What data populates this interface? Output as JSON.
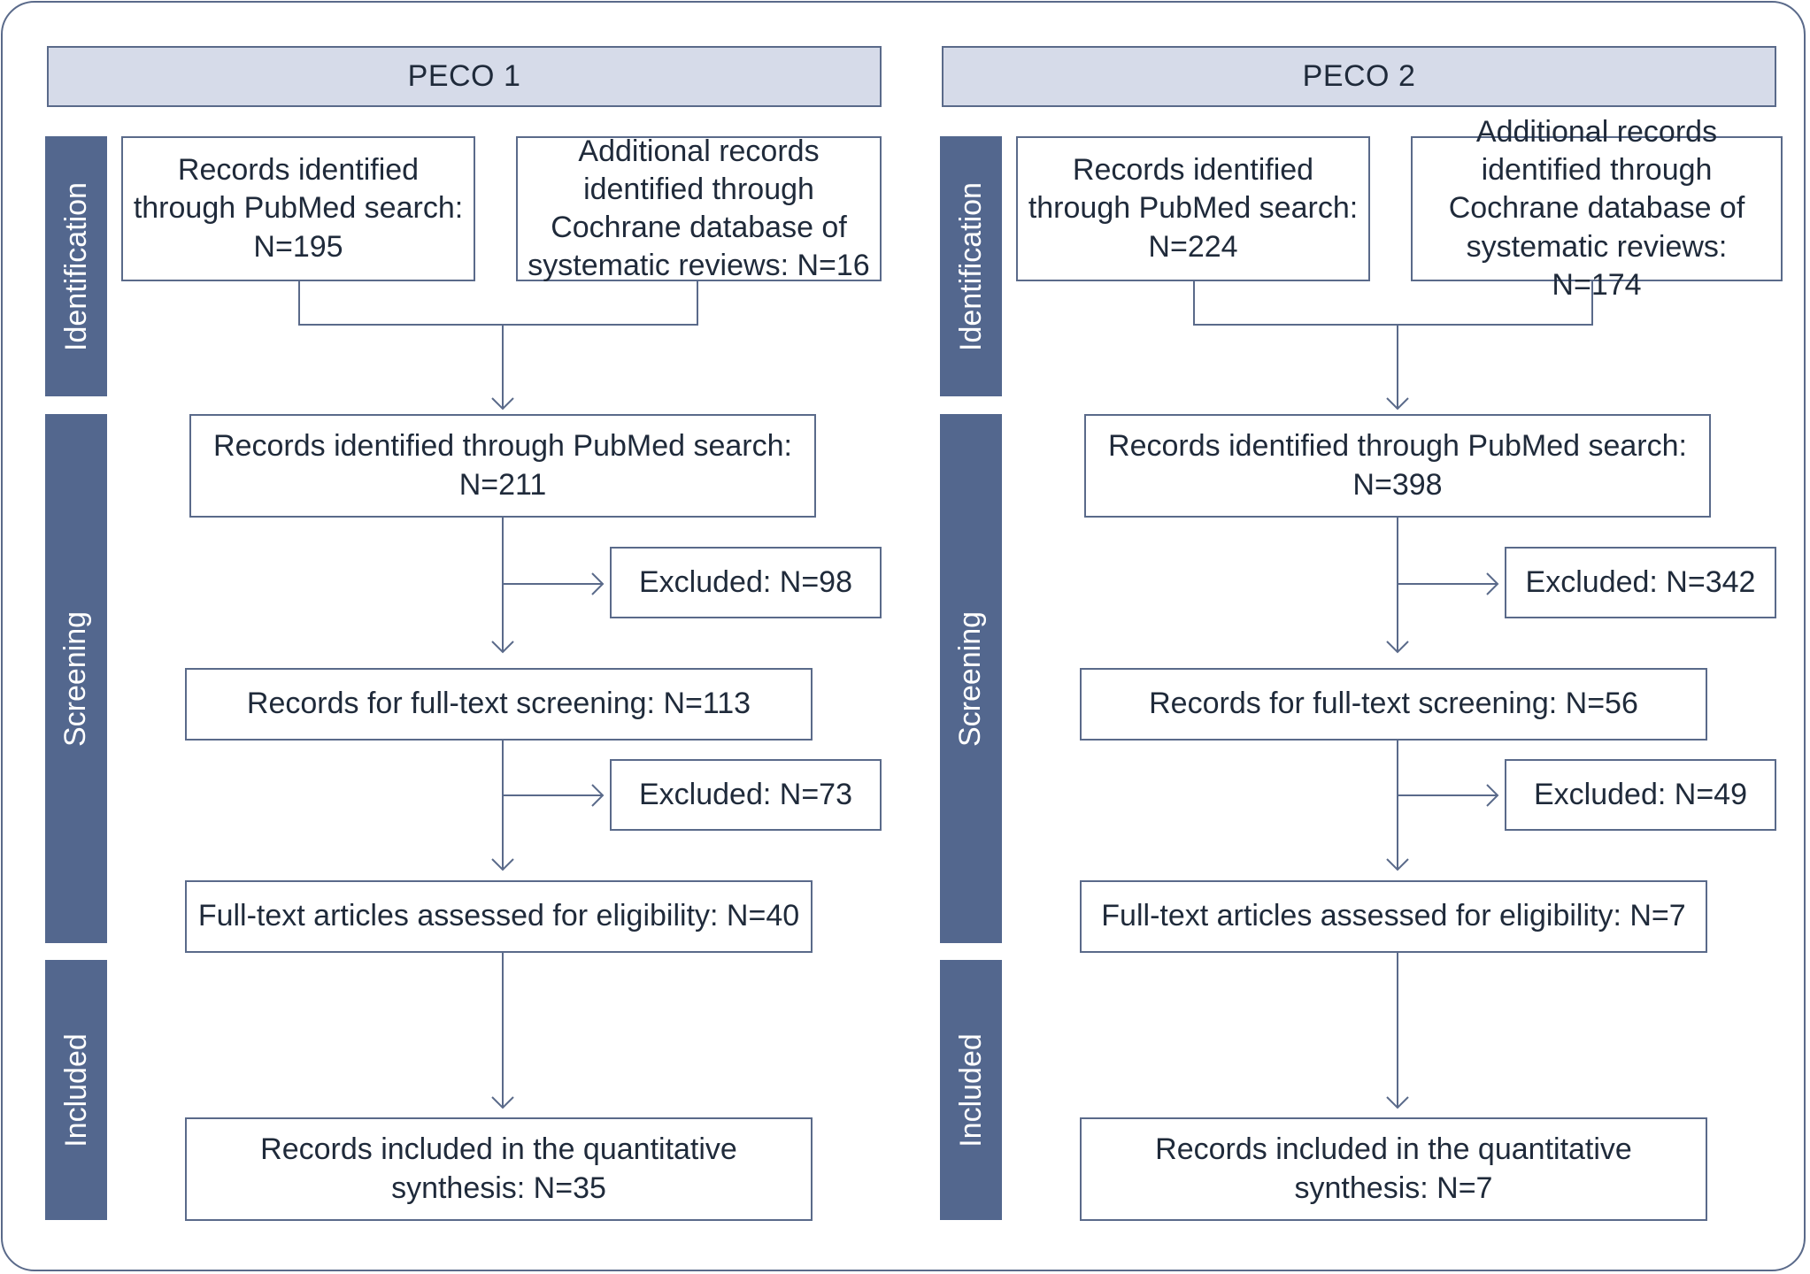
{
  "stages": {
    "identification": "Identification",
    "screening": "Screening",
    "included": "Included"
  },
  "panels": [
    {
      "header": "PECO 1",
      "pubmed_identified": "Records identified through PubMed search: N=195",
      "additional_records": "Additional records identified through Cochrane database of systematic reviews: N=16",
      "screened_records": "Records identified through PubMed search: N=211",
      "excluded_first": "Excluded: N=98",
      "full_text_screening": "Records for full-text screening: N=113",
      "excluded_second": "Excluded: N=73",
      "eligibility": "Full-text articles assessed for eligibility: N=40",
      "included_records": "Records included in the quantitative synthesis: N=35"
    },
    {
      "header": "PECO 2",
      "pubmed_identified": "Records identified through PubMed search: N=224",
      "additional_records": "Additional records identified through Cochrane database of systematic reviews: N=174",
      "screened_records": "Records identified through PubMed search: N=398",
      "excluded_first": "Excluded: N=342",
      "full_text_screening": "Records for full-text screening: N=56",
      "excluded_second": "Excluded: N=49",
      "eligibility": "Full-text articles assessed for eligibility: N=7",
      "included_records": "Records included in the quantitative synthesis: N=7"
    }
  ],
  "colors": {
    "stage_fill": "#53678e",
    "header_fill": "#d6dbe9",
    "line": "#5a6a8a"
  }
}
